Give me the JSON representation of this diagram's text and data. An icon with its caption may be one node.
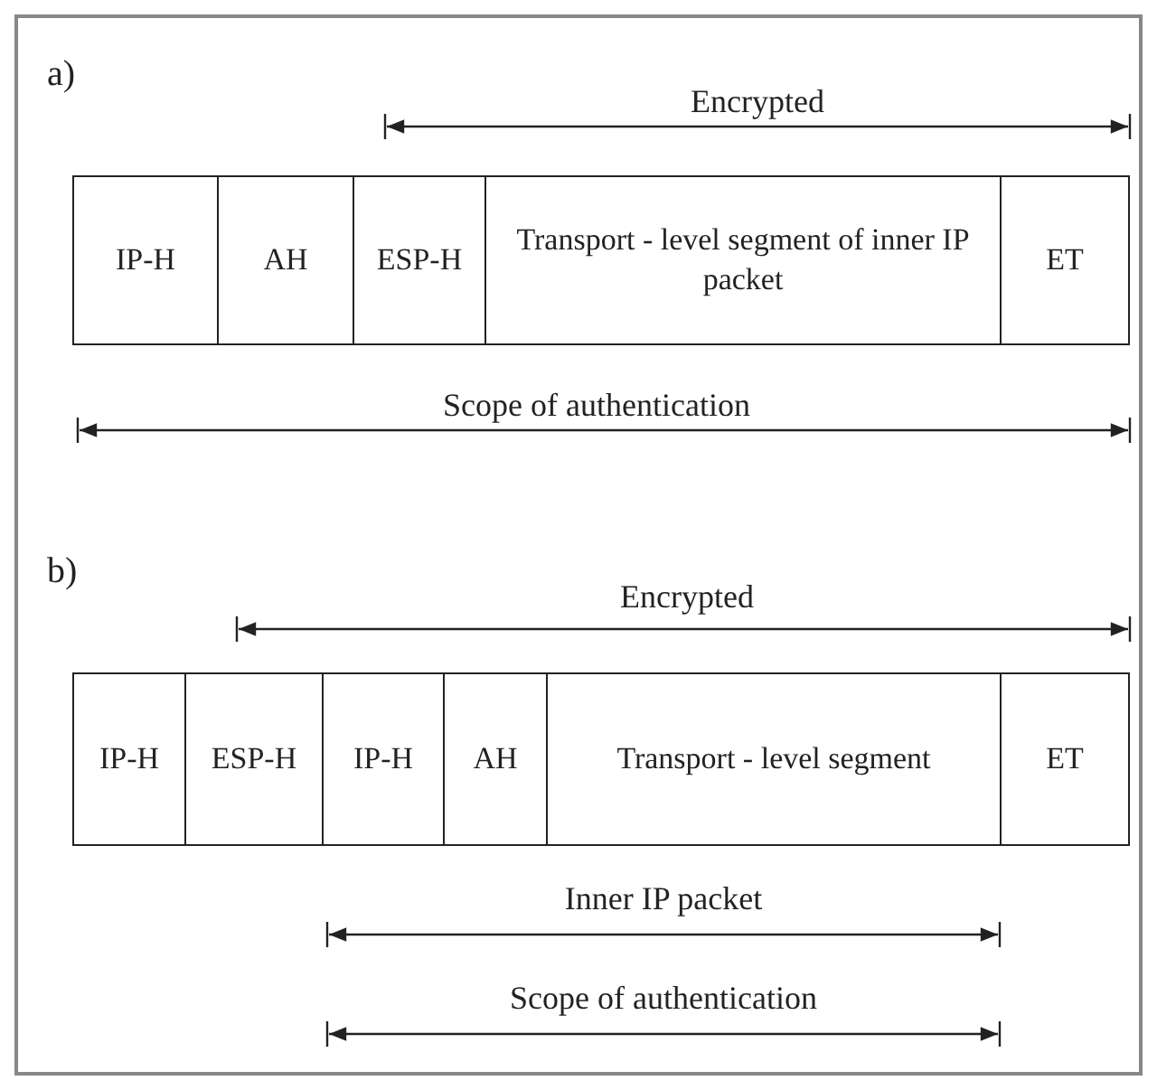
{
  "diagram": {
    "nodes": [
      {
        "text": [
          "IP-H"
        ]
      },
      {
        "text": [
          "AH"
        ]
      },
      {
        "text": [
          "ESP-H"
        ]
      },
      {
        "text": [
          "Transport - level segment of inner IP packet"
        ]
      },
      {
        "text": [
          "ET"
        ]
      },
      {
        "text": [
          "IP-H"
        ]
      },
      {
        "text": [
          "ESP-H"
        ]
      },
      {
        "text": [
          "IP-H"
        ]
      },
      {
        "text": [
          "AH"
        ]
      },
      {
        "text": [
          "Transport - level segment"
        ]
      },
      {
        "text": [
          "ET"
        ]
      }
    ],
    "labels": [
      "a)",
      "Encrypted",
      "Scope of authentication",
      "b)",
      "Encrypted",
      "Inner IP packet",
      "Scope of authentication"
    ]
  }
}
